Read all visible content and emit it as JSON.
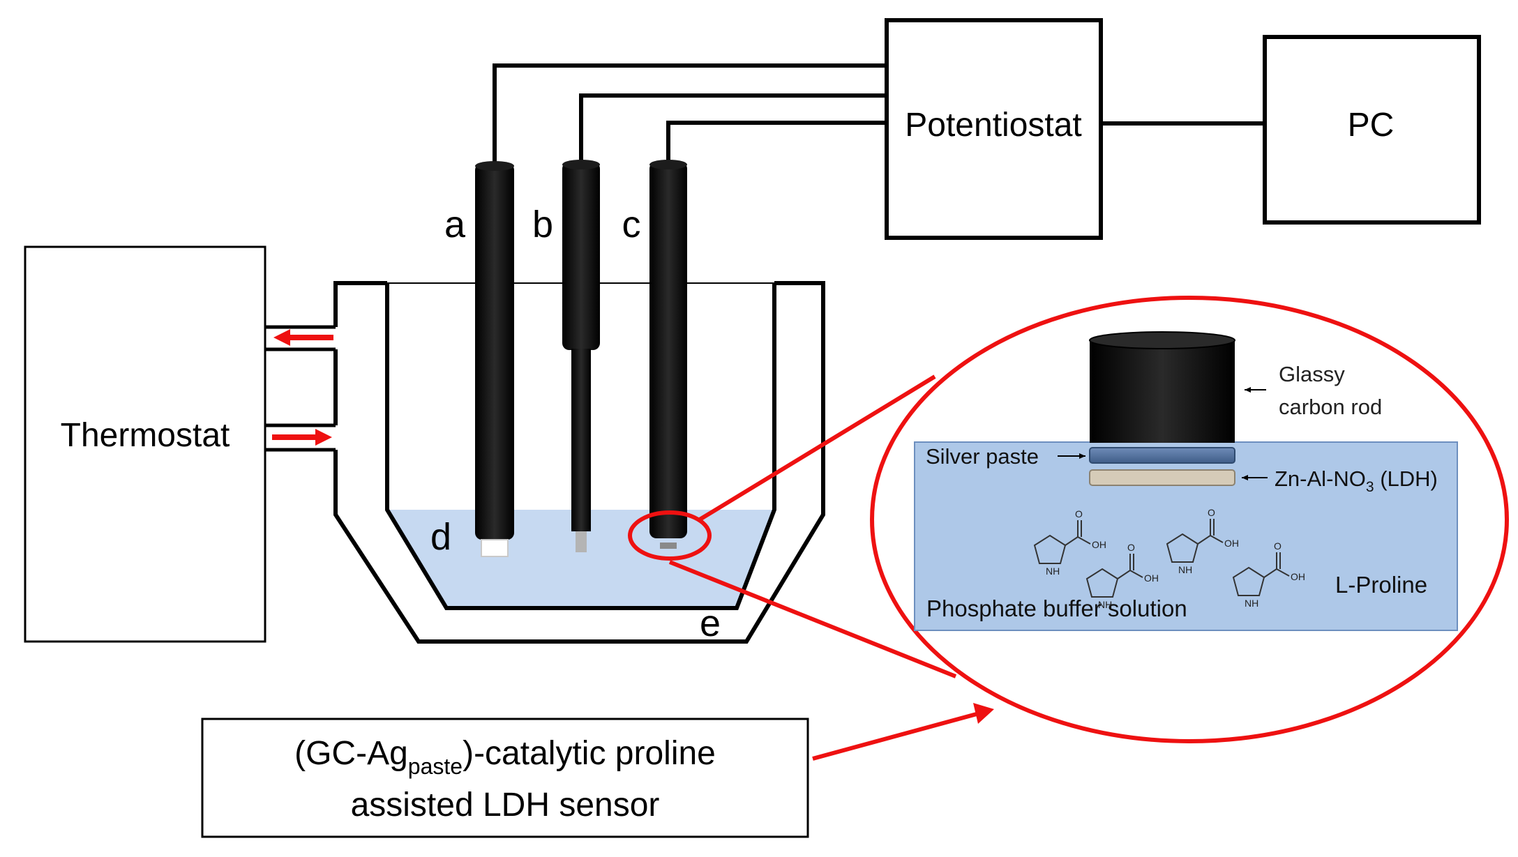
{
  "boxes": {
    "potentiostat": "Potentiostat",
    "pc": "PC",
    "thermostat": "Thermostat"
  },
  "electrode_labels": {
    "a": "a",
    "b": "b",
    "c": "c",
    "d": "d",
    "e": "e"
  },
  "inset": {
    "glassy_line1": "Glassy",
    "glassy_line2": "carbon rod",
    "silver_paste": "Silver paste",
    "ldh_prefix": "Zn-Al-NO",
    "ldh_subscript": "3",
    "ldh_suffix": " (LDH)",
    "buffer": "Phosphate buffer solution",
    "proline": "L-Proline",
    "oh": "OH",
    "nh": "NH",
    "o": "O"
  },
  "caption": {
    "line1_a": "(GC-Ag",
    "line1_sub": "paste",
    "line1_b": ")-catalytic proline",
    "line2": "assisted LDH sensor"
  },
  "colors": {
    "line": "#000000",
    "electrode": "#0d0d0d",
    "solution": "#c6d9f1",
    "inset_solution": "#aec8e8",
    "inset_border": "#6d8fbf",
    "highlight": "#ee1111",
    "silver_paste": "#4a6994",
    "ldh_layer": "#d5cbb8"
  }
}
